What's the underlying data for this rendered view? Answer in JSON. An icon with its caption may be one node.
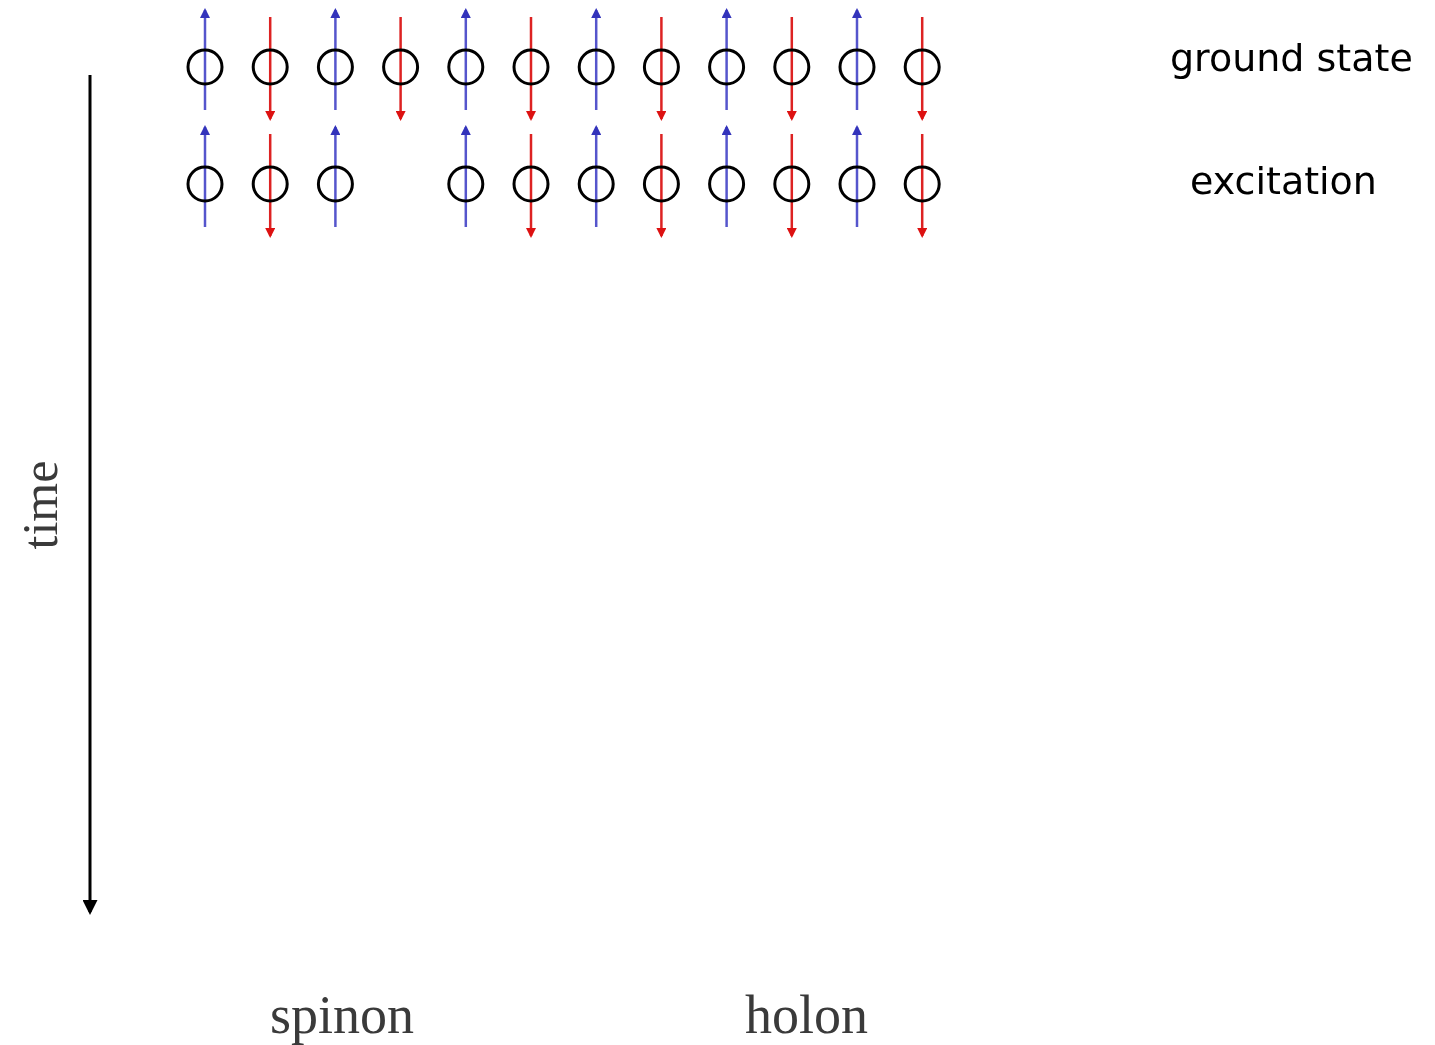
{
  "diagram": {
    "labels": [
      "ground state",
      "excitation",
      "time",
      "spinon",
      "holon"
    ]
  }
}
